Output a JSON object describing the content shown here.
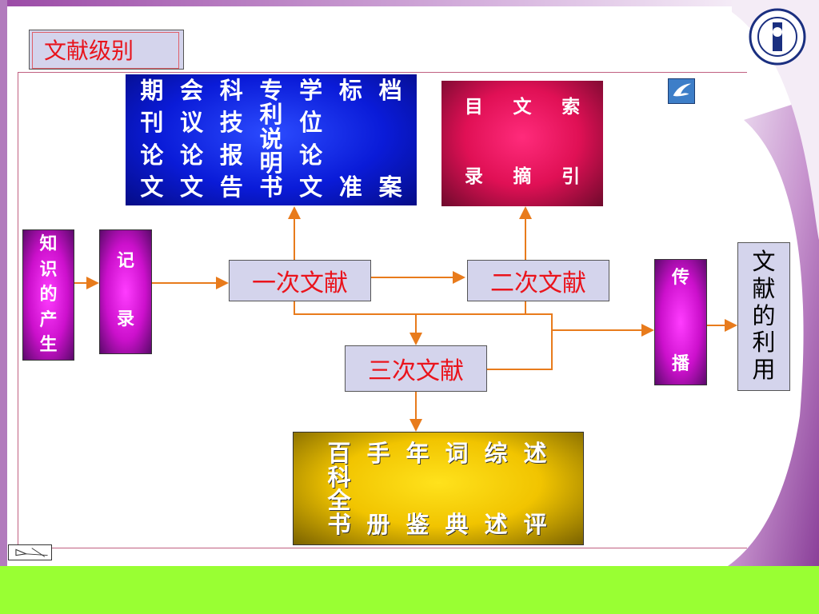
{
  "title": "文献级别",
  "primary_types": [
    {
      "chars": [
        "期",
        "刊",
        "论",
        "文"
      ]
    },
    {
      "chars": [
        "会",
        "议",
        "论",
        "文"
      ]
    },
    {
      "chars": [
        "科",
        "技",
        "报",
        "告"
      ]
    },
    {
      "chars": [
        "专",
        "利",
        "说",
        "明",
        "书"
      ]
    },
    {
      "chars": [
        "学",
        "位",
        "论",
        "文"
      ]
    },
    {
      "chars": [
        "标",
        "准"
      ]
    },
    {
      "chars": [
        "档",
        "案"
      ]
    }
  ],
  "secondary_types": [
    {
      "chars": [
        "目",
        "录"
      ]
    },
    {
      "chars": [
        "文",
        "摘"
      ]
    },
    {
      "chars": [
        "索",
        "引"
      ]
    }
  ],
  "knowledge_origin": [
    "知",
    "识",
    "的",
    "产",
    "生"
  ],
  "record": [
    "记",
    "录"
  ],
  "primary_doc": "一次文献",
  "secondary_doc": "二次文献",
  "tertiary_doc": "三次文献",
  "spread": [
    "传",
    "播"
  ],
  "usage": [
    "文",
    "献",
    "的",
    "利",
    "用"
  ],
  "tertiary_types": [
    {
      "chars": [
        "百",
        "科",
        "全",
        "书"
      ]
    },
    {
      "chars": [
        "手",
        "册"
      ]
    },
    {
      "chars": [
        "年",
        "鉴"
      ]
    },
    {
      "chars": [
        "词",
        "典"
      ]
    },
    {
      "chars": [
        "综",
        "述"
      ]
    },
    {
      "chars": [
        "述",
        "评"
      ]
    }
  ],
  "colors": {
    "arrow": "#e87b1c",
    "title_red": "#e8141c",
    "box_lavender": "#d4d4ec",
    "grass": "#99ff33"
  }
}
